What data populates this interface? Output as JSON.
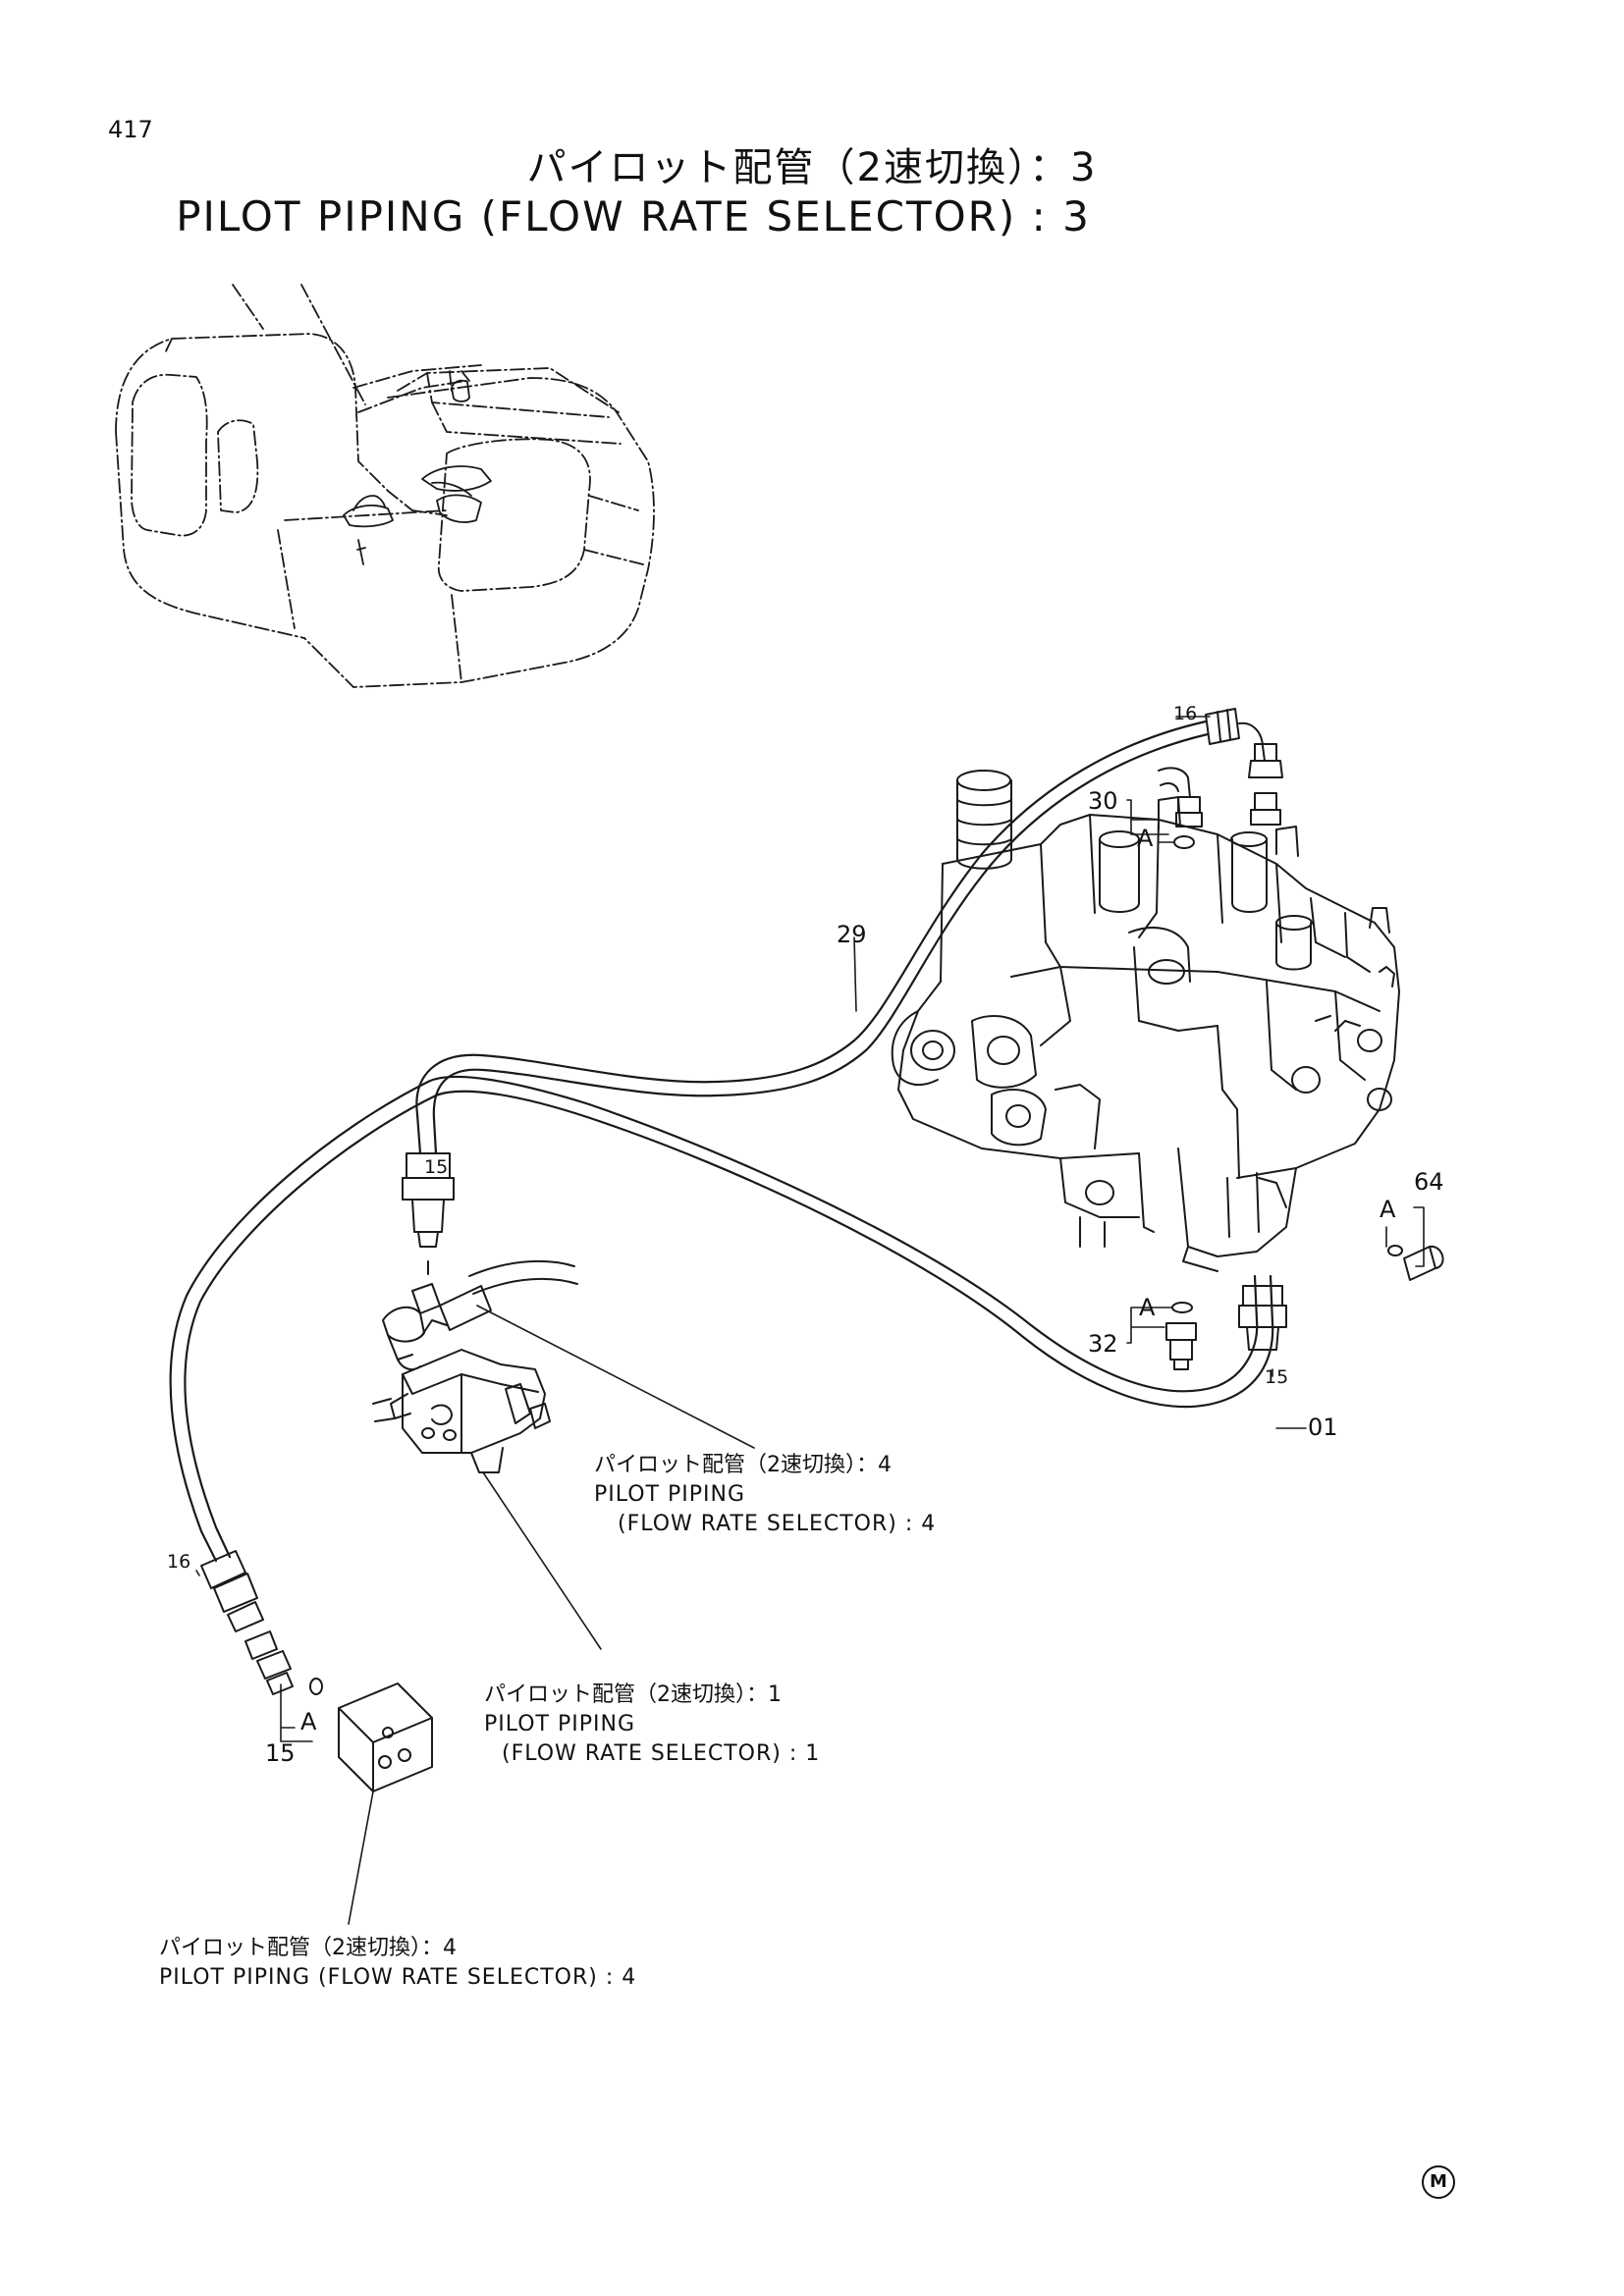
{
  "page": {
    "number": "417",
    "title_jp": "パイロット配管（2速切換）：3",
    "title_en": "PILOT PIPING (FLOW RATE SELECTOR) : 3"
  },
  "references": [
    {
      "jp": "パイロット配管（2速切換）：4",
      "en1": "PILOT PIPING",
      "en2": "(FLOW RATE SELECTOR) : 4"
    },
    {
      "jp": "パイロット配管（2速切換）：1",
      "en1": "PILOT PIPING",
      "en2": "(FLOW RATE SELECTOR) : 1"
    },
    {
      "jp": "パイロット配管（2速切換）：4",
      "en1": "PILOT PIPING (FLOW RATE SELECTOR) : 4"
    }
  ],
  "callouts": {
    "c16_top": "16",
    "c30": "30",
    "a_top": "A",
    "c29": "29",
    "c15_left": "15",
    "c64": "64",
    "a_right": "A",
    "a_mid": "A",
    "c32": "32",
    "c15_right": "15",
    "c01": "01",
    "c16_left": "16",
    "a_left": "A",
    "c15_bottom": "15"
  },
  "marks": {
    "maker": "M"
  }
}
